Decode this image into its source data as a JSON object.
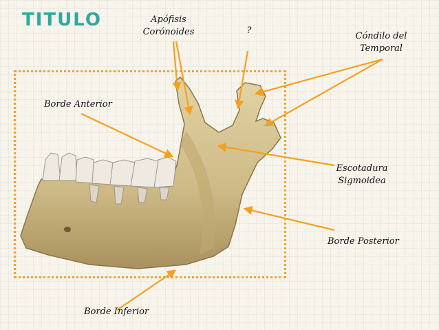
{
  "title": "TITULO",
  "labels": {
    "coronoid": "Apófisis\nCorónoides",
    "question": "?",
    "condyle": "Cóndilo del\nTemporal",
    "anterior_border": "Borde Anterior",
    "notch": "Escotadura\nSigmoidea",
    "posterior_border": "Borde Posterior",
    "inferior_border": "Borde Inferior"
  },
  "colors": {
    "arrow": "#f5a020",
    "frame": "#f0a030",
    "title": "#2fa8a0",
    "bone": "#d8c89a",
    "teeth": "#eeeae2"
  }
}
